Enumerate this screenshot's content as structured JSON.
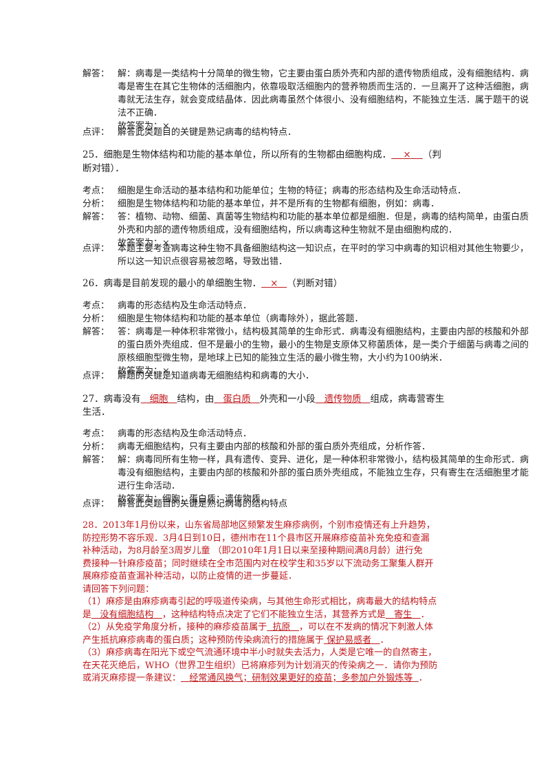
{
  "labels": {
    "answer": "解答：",
    "comment": "点评：",
    "kaodian": "考点：",
    "analysis": "分析："
  },
  "block24": {
    "ans1": "解：病毒是一类结构十分简单的微生物，它主要由蛋白质外壳和内部的遗传物质组成，没有细胞结构．病",
    "ans2": "毒是寄生在其它生物体的活细胞内，依靠吸取活细胞内的营养物质而生活的．一旦离开了这种活细胞，病",
    "ans3": "毒就无法生存，就会变成结晶体．因此病毒虽然个体很小、没有细胞结构，不能独立生活．属于题干的说",
    "ans4": "法不正确．",
    "ans5": "故答案为：×",
    "comment": "解答此类题目的关键是熟记病毒的结构特点．"
  },
  "q25": {
    "stem_a": "25．细胞是生物体结构和功能的基本单位，所以所有的生物都由细胞构成．",
    "blank": "×",
    "stem_b": "（判",
    "stem_c": "断对错）．",
    "kaodian": "细胞是生命活动的基本结构和功能单位；生物的特征；病毒的形态结构及生命活动特点．",
    "analysis": "细胞是生物体结构和功能的基本单位，并不是所有的生物都有细胞，例如：病毒．",
    "ans1": "答：植物、动物、细菌、真菌等生物结构和功能的基本单位都是细胞．但是，病毒的结构简单，由蛋白质",
    "ans2": "外壳和内部的遗传物质组成，没有细胞结构，所以病毒这种生物就不是由细胞构成的．",
    "ans3": "故答案为：×．",
    "comment1": "本题主要考查病毒这种生物不具备细胞结构这一知识点，在平时的学习中病毒的知识相对其他生物要少，",
    "comment2": "所以这一知识点很容易被忽略，导致出错．"
  },
  "q26": {
    "stem_a": "26．病毒是目前发现的最小的单细胞生物．",
    "blank": "×",
    "stem_b": "（判断对错）",
    "kaodian": "病毒的形态结构及生命活动特点．",
    "analysis": "细胞是生物体结构和功能的基本单位（病毒除外），据此答题．",
    "ans1": "答：病毒是一种体积非常微小，结构极其简单的生命形式．病毒没有细胞结构，主要由内部的核酸和外部",
    "ans2": "的蛋白质外壳组成．但不是最小的生物，最小的生物是支原体又称菌质体，是一类介于细菌与病毒之间的",
    "ans3": "原核细胞型微生物，是地球上已知的能独立生活的最小微生物，大小约为100纳米．",
    "ans4": "故答案为：×",
    "comment": "解题的关键是知道病毒无细胞结构和病毒的大小．"
  },
  "q27": {
    "p1": "27．病毒没有",
    "b1": "细胞",
    "p2": "结构，由",
    "b2": "蛋白质",
    "p3": "外壳和一小段",
    "b3": "遗传物质",
    "p4": "组成，病毒营寄生",
    "p5": "生活．",
    "kaodian": "病毒的形态结构及生命活动特点．",
    "analysis": "病毒无细胞结构，只有主要由内部的核酸和外部的蛋白质外壳组成，分析作答．",
    "ans1": "解：病毒同所有生物一样，具有遗传、变异、进化，是一种体积非常微小，结构极其简单的生命形式．病",
    "ans2": "毒没有细胞结构，主要由内部的核酸和外部的蛋白质外壳组成，不能独立生存，只有寄生在活细胞里才能",
    "ans3": "进行生命活动．",
    "ans4": "故答案为：细胞；蛋白质；遗传物质",
    "comment": "解答此类题目的关键是熟记病毒的结构特点"
  },
  "q28": {
    "l1": "28．2013年1月份以来，山东省局部地区频繁发生麻疹病例，个别市疫情还有上升趋势，",
    "l2": "防控形势不容乐观．3月4日到10日，德州市在11个县市区开展麻疹疫苗补充免疫和查漏",
    "l3": "补种活动，为8月龄至3周岁儿童 （即2010年1月1日以来至接种期间满8月龄）进行免",
    "l4": "费接种一针麻疹疫苗；同时继续在全市范围内对在校学生和35岁以下流动务工聚集人群开",
    "l5": "展麻疹疫苗查漏补种活动，以防止疫情的进一步蔓延．",
    "l6": "请回答下列问题：",
    "s1a": "（1）麻疹是由麻疹病毒引起的呼吸道传染病，与其他生命形式相比，病毒最大的结构特点",
    "s1b_pre": "是",
    "s1b_blank": "没有细胞结构",
    "s1b_mid": "，这种结构特点决定了它们不能独立生活，其营养方式是",
    "s1b_blank2": "寄生",
    "s1b_end": "．",
    "s2a_pre": "（2）从免疫学角度分析，接种的麻疹疫苗属于",
    "s2a_blank": "抗原",
    "s2a_end": "，可以在不发病的情况下刺激人体",
    "s2b_pre": "产生抵抗麻疹病毒的蛋白质；这种预防传染病流行的措施属于",
    "s2b_blank": "保护易感者",
    "s2b_end": "．",
    "s3a": "（3）麻疹病毒在阳光下或空气流通环境中半小时就失去活力，人类是它唯一的自然寄主，",
    "s3b": "在天花灭绝后，WHO（世界卫生组织）已将麻疹列为计划消灭的传染病之一．请你为预防",
    "s3c_pre": "或消灭麻疹提一条建议：",
    "s3c_blank": "经常通风换气；研制效果更好的疫苗；多参加户外锻炼等",
    "s3c_end": "．"
  }
}
